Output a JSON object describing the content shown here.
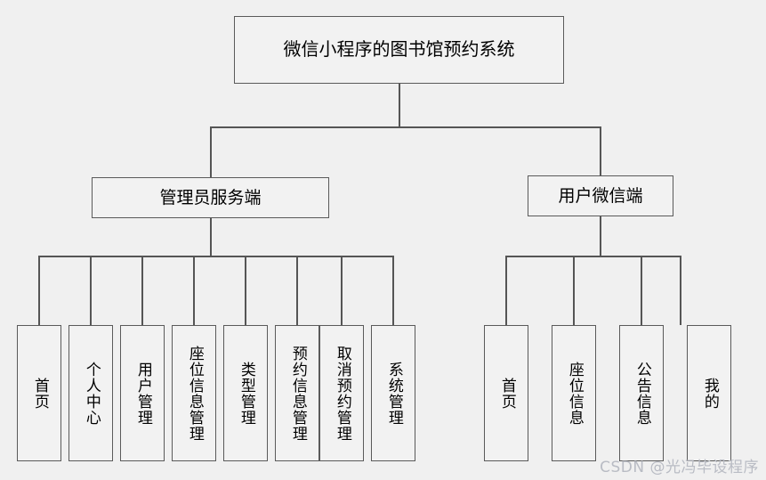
{
  "diagram": {
    "title": "微信小程序的图书馆预约系统",
    "type": "tree",
    "root": {
      "label": "微信小程序的图书馆预约系统"
    },
    "branches": [
      {
        "label": "管理员服务端",
        "children": [
          {
            "label": "首页"
          },
          {
            "label": "个人中心"
          },
          {
            "label": "用户管理"
          },
          {
            "label": "座位信息管理"
          },
          {
            "label": "类型管理"
          },
          {
            "label": "预约信息管理"
          },
          {
            "label": "取消预约管理"
          },
          {
            "label": "系统管理"
          }
        ]
      },
      {
        "label": "用户微信端",
        "children": [
          {
            "label": "首页"
          },
          {
            "label": "座位信息"
          },
          {
            "label": "公告信息"
          },
          {
            "label": "我的"
          }
        ]
      }
    ]
  },
  "watermark": {
    "text": "CSDN @光冯毕设程序"
  },
  "colors": {
    "background": "#f0f0f0",
    "node_fill": "#f2f2f2",
    "node_border": "#5a5a5a",
    "connector": "#555555",
    "text": "#000000",
    "watermark": "#b9bcc4"
  }
}
